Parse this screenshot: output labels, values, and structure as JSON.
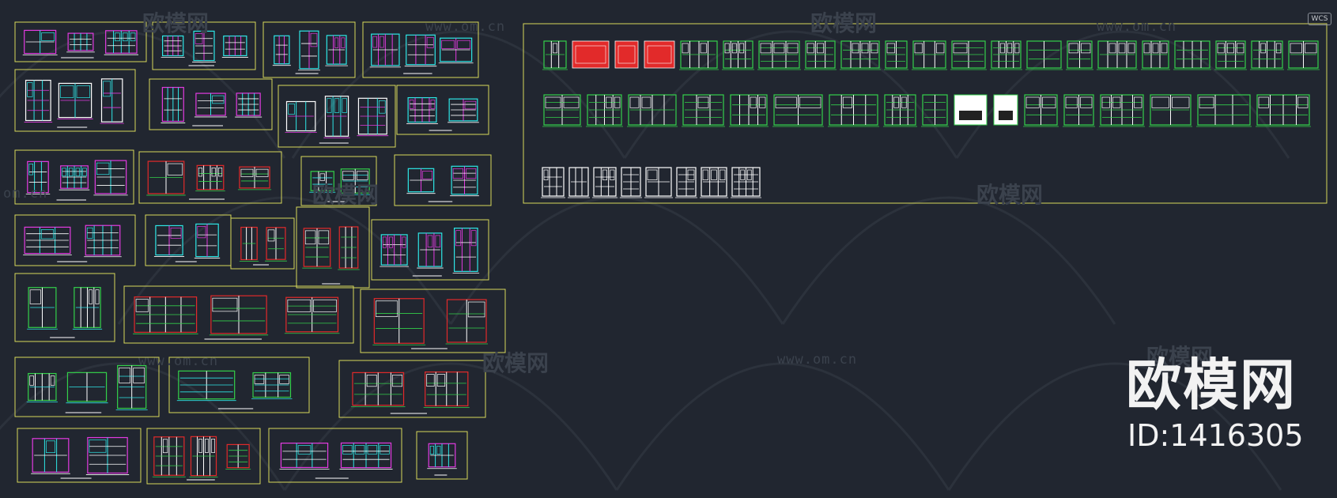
{
  "watermark": {
    "brand": "欧模网",
    "url": "www.om.cn",
    "url_partial": "om.cn"
  },
  "brand_overlay": {
    "title": "欧模网",
    "id_text": "ID:1416305"
  },
  "viewport": {
    "ucs_label": "WCS"
  },
  "colors": {
    "background": "#212630",
    "frame": "#d8d85a",
    "cyan": "#2ee6e6",
    "magenta": "#e23be0",
    "green": "#33d04a",
    "red": "#e22a2a",
    "white": "#ffffff",
    "yellow": "#e6e14a"
  }
}
